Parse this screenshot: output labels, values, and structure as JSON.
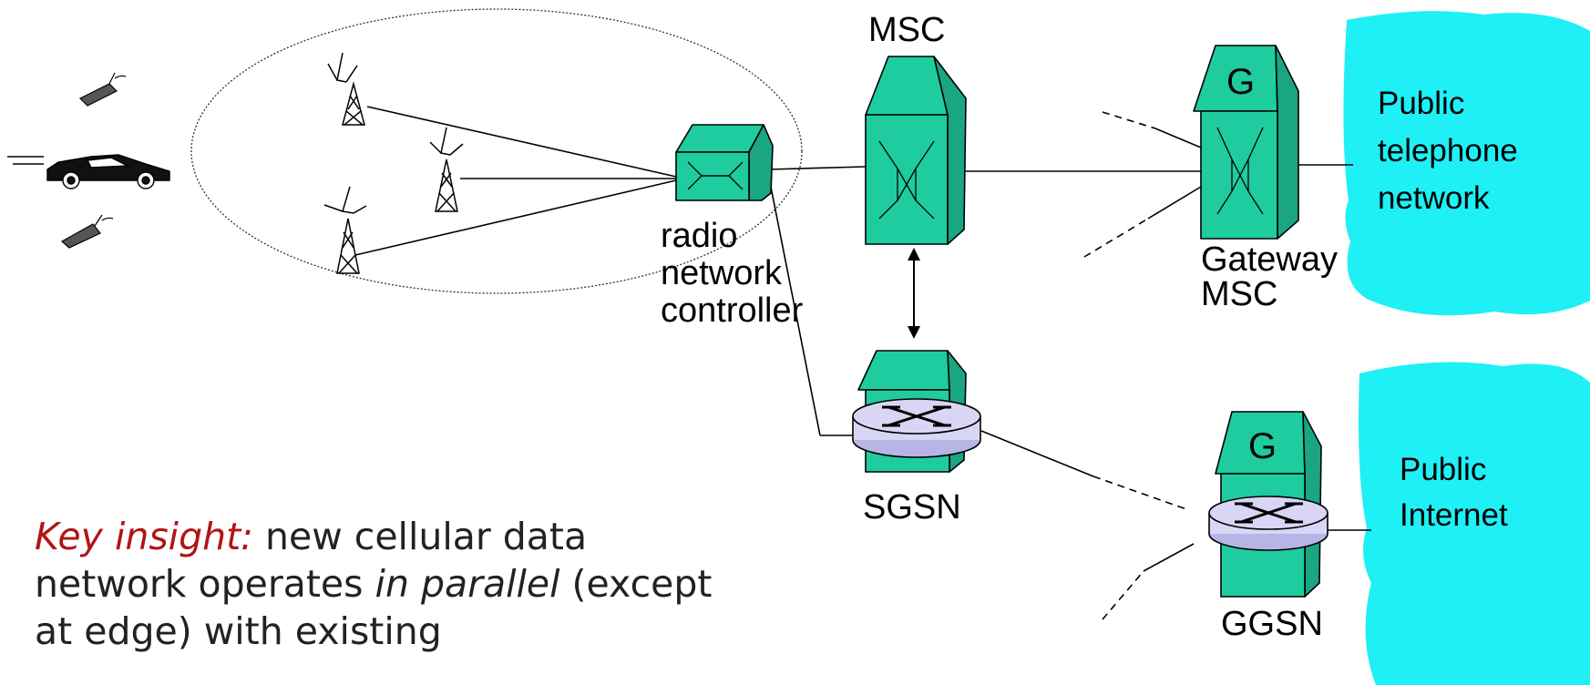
{
  "labels": {
    "msc": "MSC",
    "rnc_line1": "radio",
    "rnc_line2": "network",
    "rnc_line3": "controller",
    "gateway_line1": "Gateway",
    "gateway_line2": "MSC",
    "sgsn": "SGSN",
    "ggsn": "GGSN",
    "gateway_glyph": "G",
    "ggsn_glyph": "G"
  },
  "clouds": {
    "telephone_line1": "Public",
    "telephone_line2": "telephone",
    "telephone_line3": "network",
    "internet_line1": "Public",
    "internet_line2": "Internet"
  },
  "insight": {
    "key": "Key insight:",
    "part1": " new cellular data network operates ",
    "emph": "in parallel",
    "part2": " (except at edge) with existing"
  },
  "colors": {
    "building": "#1fcc9f",
    "cloud": "#1ef0f5",
    "router": "#d9d6f5",
    "key_text": "#b01515"
  }
}
